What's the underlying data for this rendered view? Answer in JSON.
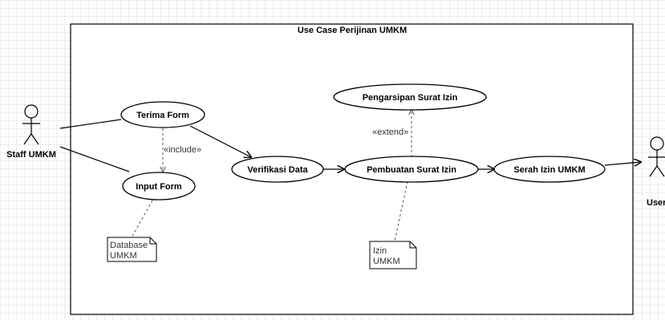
{
  "diagram": {
    "title": "Use Case Perijinan UMKM",
    "actors": {
      "staff": "Staff UMKM",
      "user": "User"
    },
    "use_cases": {
      "terima_form": "Terima Form",
      "input_form": "Input Form",
      "verifikasi_data": "Verifikasi Data",
      "pembuatan_surat_izin": "Pembuatan Surat Izin",
      "pengarsipan_surat_izin": "Pengarsipan Surat Izin",
      "serah_izin_umkm": "Serah Izin UMKM"
    },
    "stereotypes": {
      "include": "«include»",
      "extend": "«extend»"
    },
    "notes": {
      "database": [
        "Database",
        "UMKM"
      ],
      "izin": [
        "Izin",
        "UMKM"
      ]
    }
  }
}
